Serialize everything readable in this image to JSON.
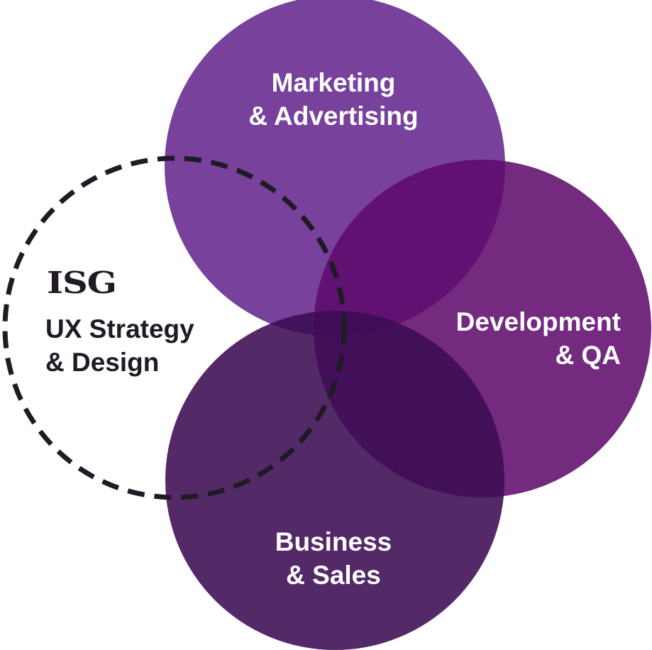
{
  "diagram": {
    "circles": [
      {
        "id": "marketing",
        "lines": [
          "Marketing",
          "& Advertising"
        ],
        "color": "#6e3596"
      },
      {
        "id": "development",
        "lines": [
          "Development",
          "& QA"
        ],
        "color": "#5e0a6c"
      },
      {
        "id": "business",
        "lines": [
          "Business",
          "& Sales"
        ],
        "color": "#3c0b53"
      },
      {
        "id": "ux",
        "lines": [
          "UX Strategy",
          "& Design"
        ],
        "style": "dashed",
        "color": "#1f1a24"
      }
    ],
    "logo_text": "ISG"
  }
}
